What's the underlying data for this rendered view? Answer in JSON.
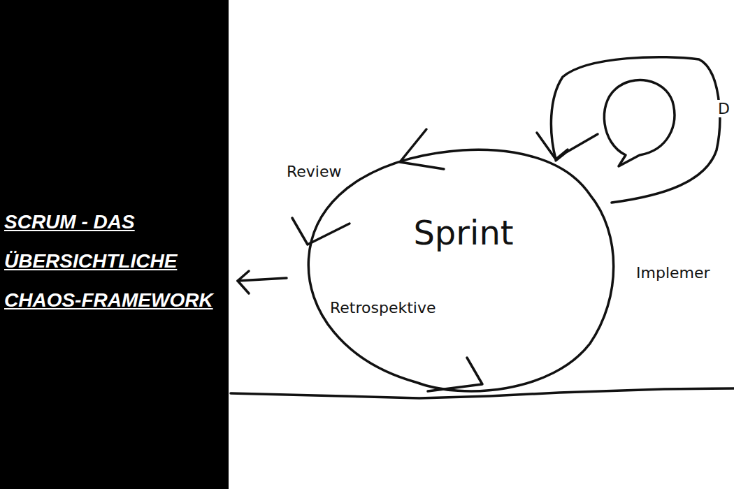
{
  "diagram": {
    "title": "SCRUM - DAS ÜBERSICHTLICHE CHAOS-FRAMEWORK",
    "nodes": [
      {
        "text": [
          "Sprint"
        ]
      }
    ],
    "labels": [
      "Review",
      "Retrospektive",
      "Implemer",
      "D"
    ]
  }
}
